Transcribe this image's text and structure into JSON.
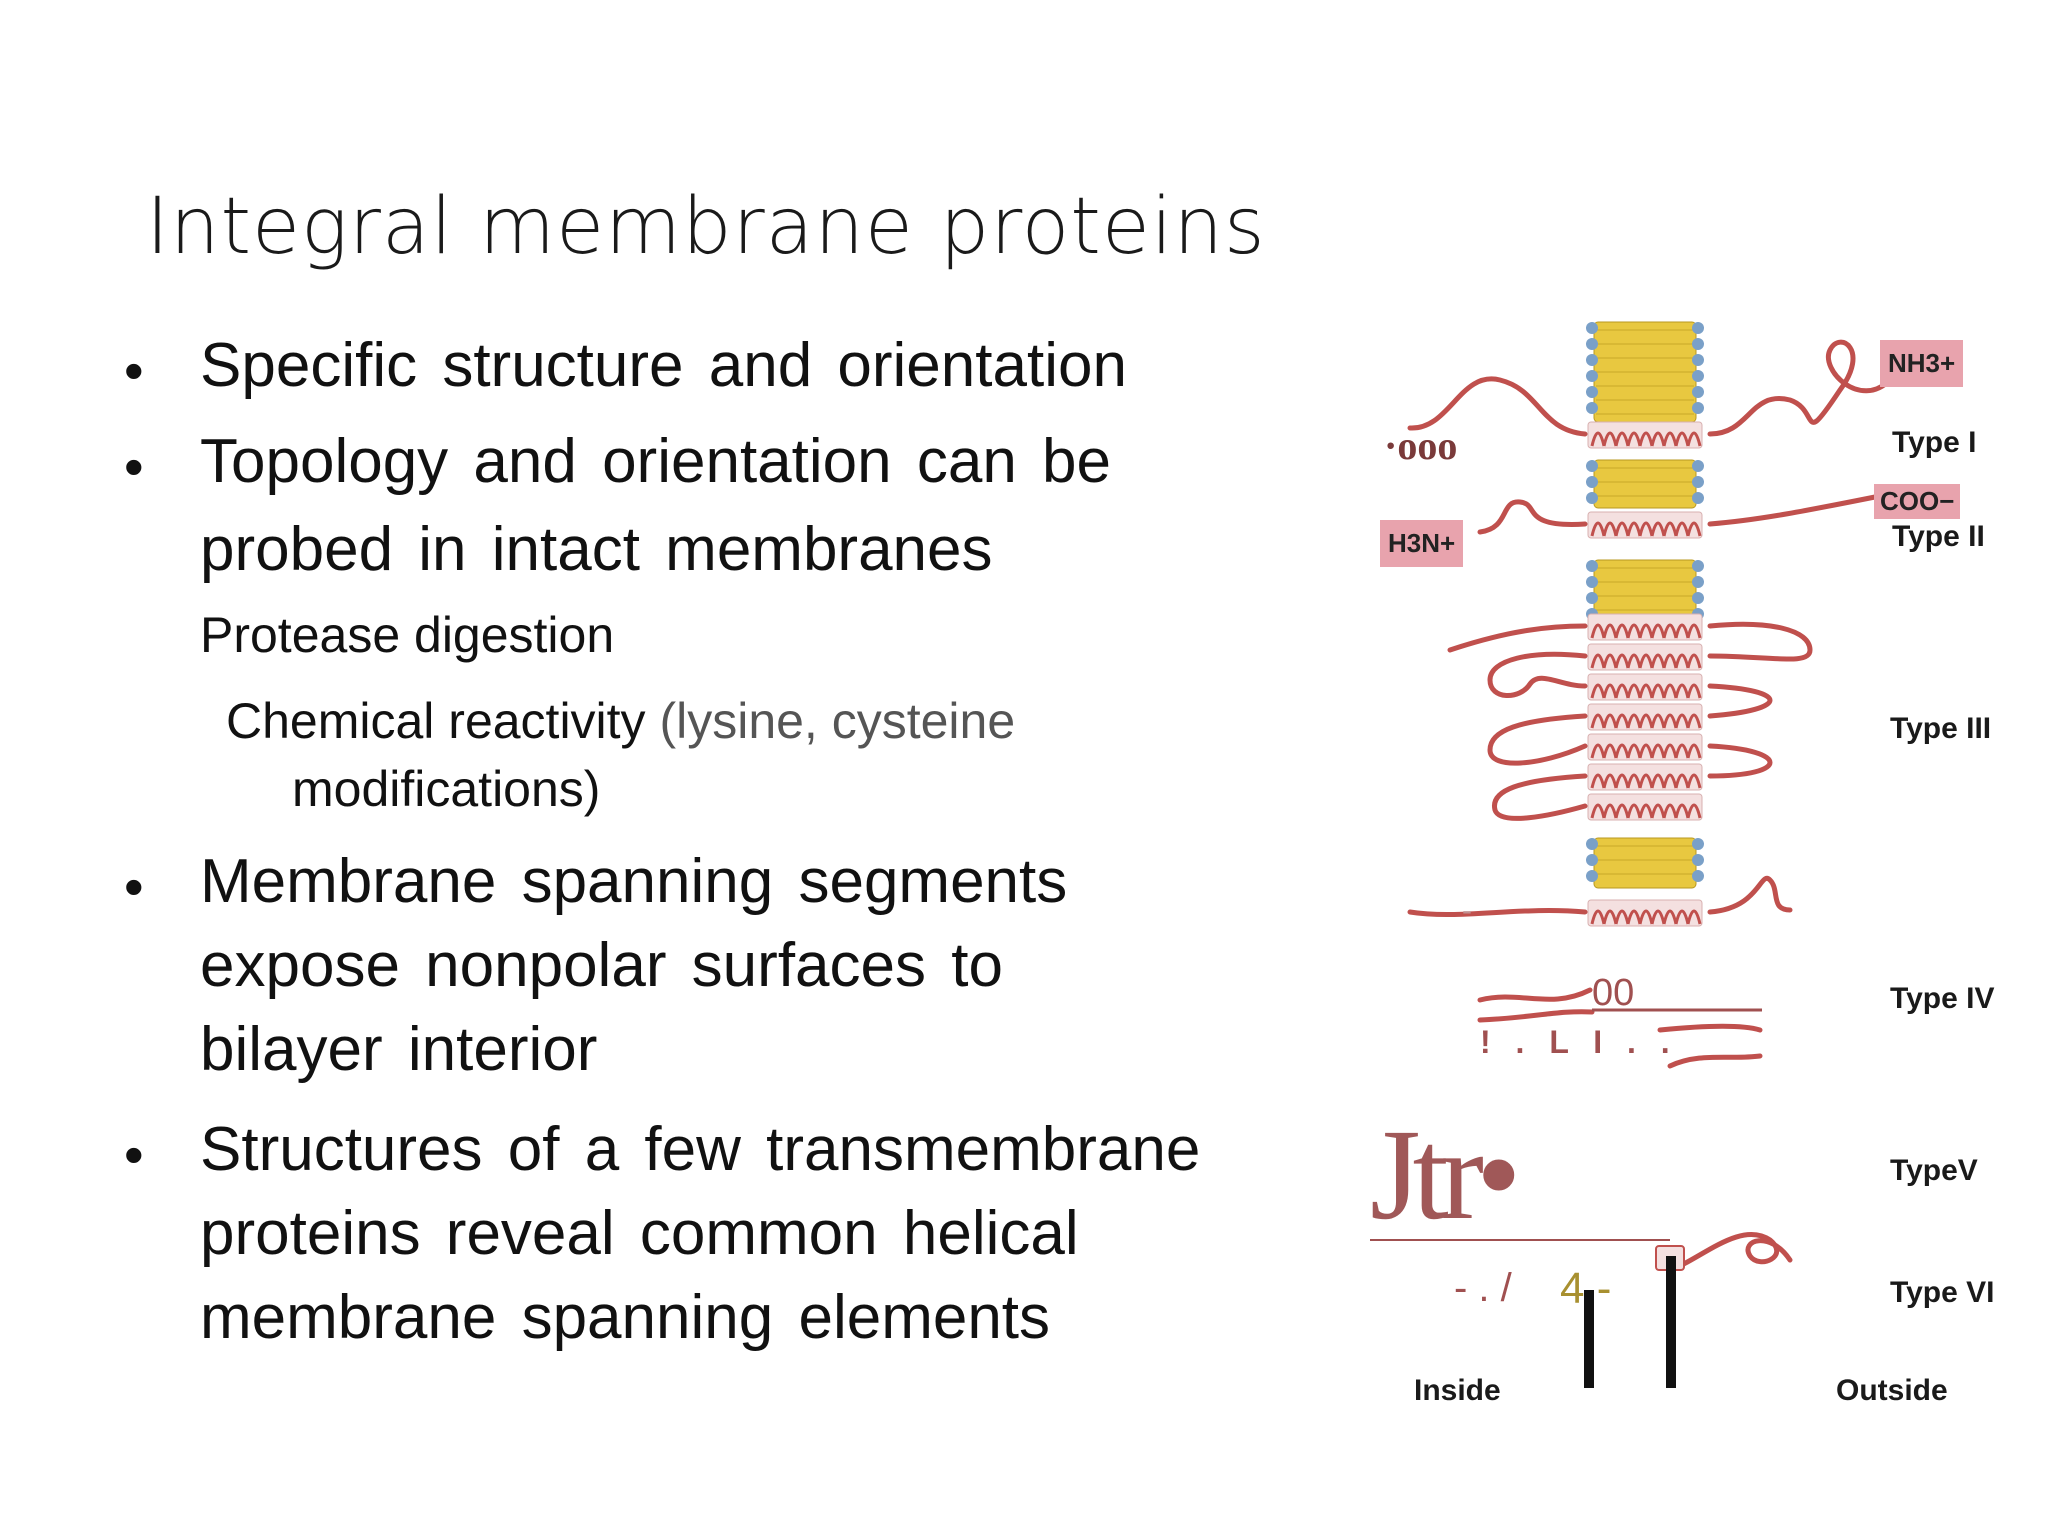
{
  "title": "Integral membrane proteins",
  "bullets": {
    "b1": "Specific structure and orientation",
    "b2_line1": "Topology and orientation can be",
    "b2_line2": "probed in intact membranes",
    "sub1": "Protease digestion",
    "sub2_line1_a": "Chemical reactivity ",
    "sub2_line1_b": "(lysine, cysteine",
    "sub2_line2": "modifications)",
    "b3_line1": "Membrane spanning segments",
    "b3_line2": "expose nonpolar surfaces to",
    "b3_line3": "bilayer interior",
    "b4_line1": "Structures of a few transmembrane",
    "b4_line2": "proteins reveal common helical",
    "b4_line3": "membrane spanning elements",
    "bullet_symbol": "•"
  },
  "figure": {
    "type_labels": {
      "type1": "Type I",
      "type2": "Type II",
      "type3": "Type III",
      "type4": "Type IV",
      "type5": "TypeV",
      "type6": "Type VI"
    },
    "chem_labels": {
      "nh3": "NH3+",
      "coo": "COO−",
      "h3n": "H3N+",
      "coo_left": "·ooo"
    },
    "sides": {
      "inside": "Inside",
      "outside": "Outside"
    },
    "artifacts": {
      "a1": "00",
      "a2": "! . L I . .",
      "a3": "Jtr•",
      "a4": "- . /",
      "a5": "4 -",
      "a6": "-"
    },
    "colors": {
      "helix_red": "#c0504d",
      "lipid_yellow": "#e8c840",
      "headgroup_blue": "#7aa0c8",
      "chem_pink": "#e8a3ad",
      "artifact_brown": "#a05050",
      "artifact_olive": "#a89030"
    }
  }
}
